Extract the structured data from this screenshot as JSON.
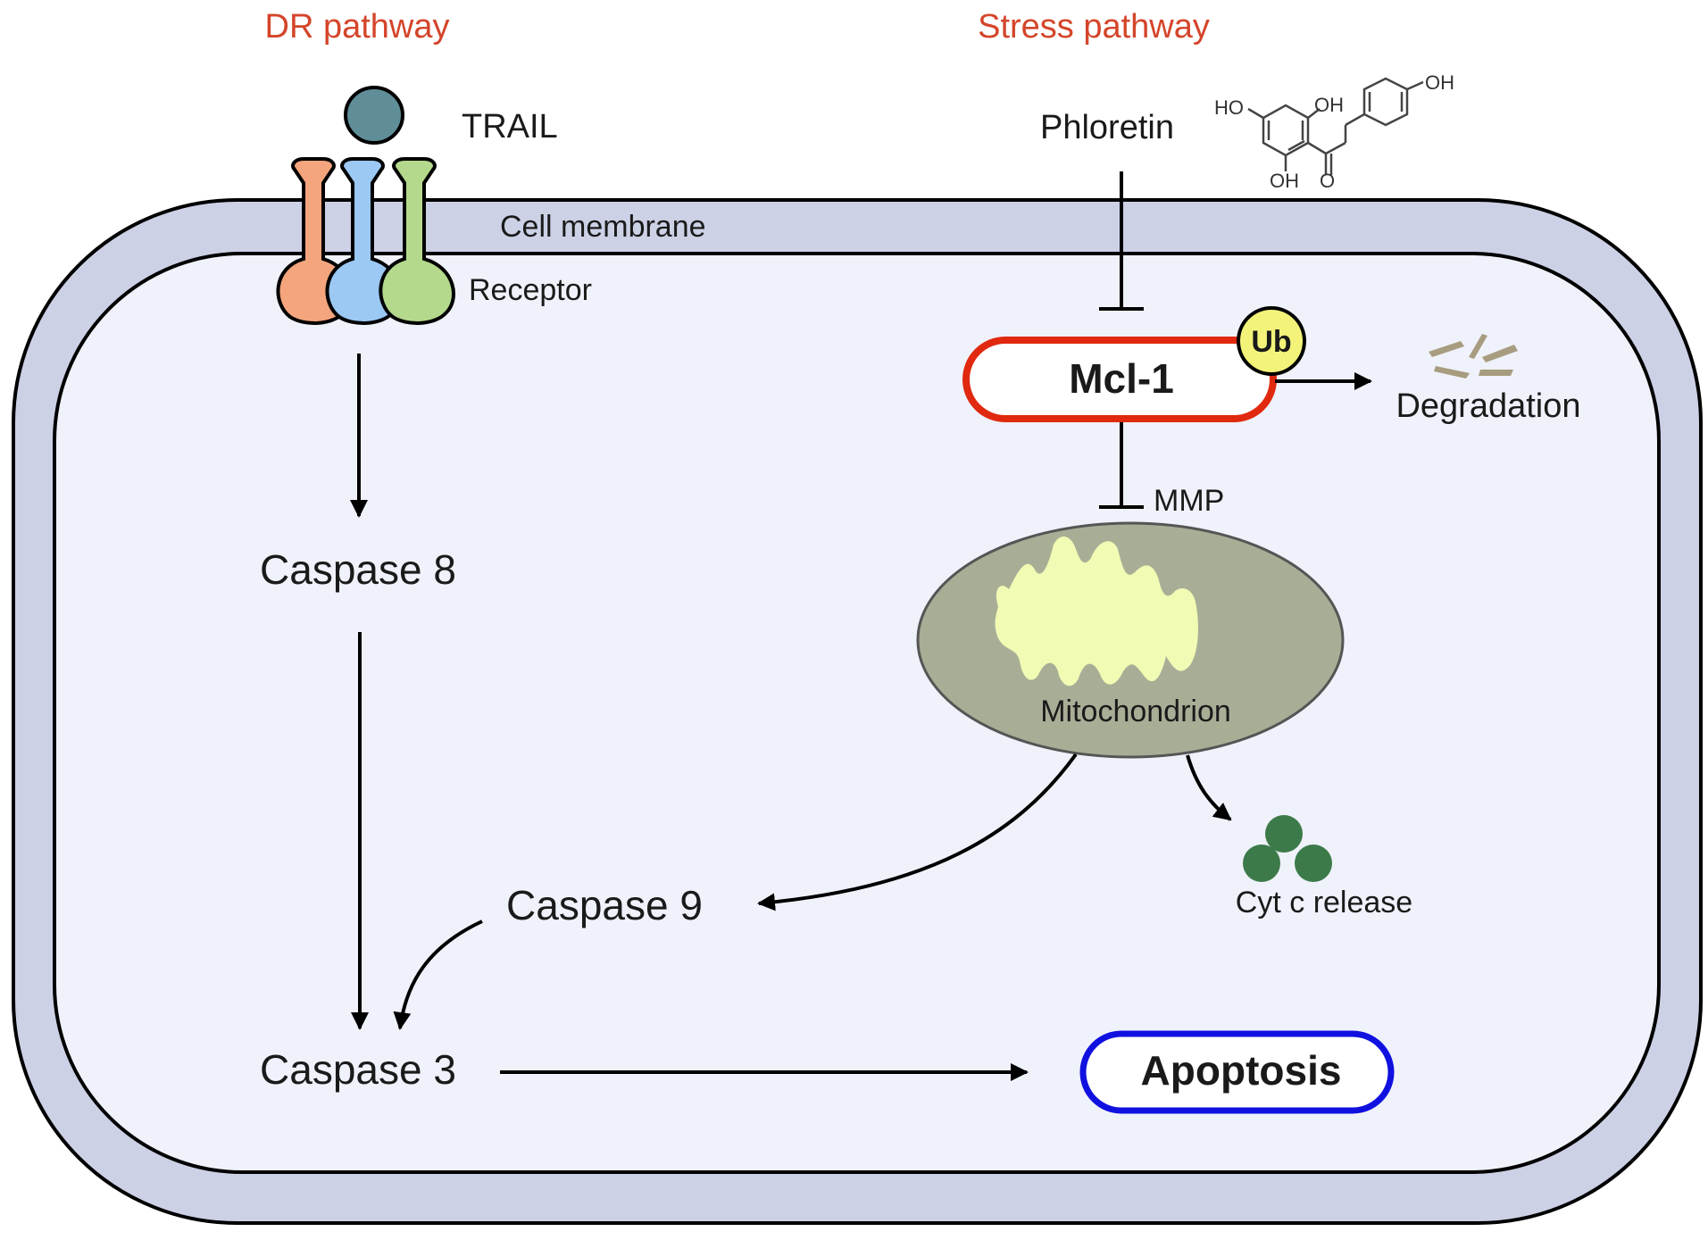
{
  "figure": {
    "pathways": {
      "left_title": "DR pathway",
      "right_title": "Stress pathway"
    },
    "ligand": {
      "label": "TRAIL"
    },
    "drug": {
      "label": "Phloretin"
    },
    "membrane": {
      "label": "Cell membrane"
    },
    "receptor": {
      "label": "Receptor"
    },
    "nodes": {
      "caspase8": "Caspase 8",
      "caspase9": "Caspase 9",
      "caspase3": "Caspase 3",
      "apoptosis": "Apoptosis",
      "mcl1": "Mcl-1",
      "ub": "Ub",
      "degradation": "Degradation",
      "mmp": "MMP",
      "mitochondrion": "Mitochondrion",
      "cytc": "Cyt c release"
    },
    "chemical": {
      "groups": [
        "HO",
        "OH",
        "OH",
        "OH",
        "O"
      ]
    },
    "colors": {
      "title": "#d4452a",
      "membrane": "#cdd1e6",
      "cytoplasm": "#eff2fa",
      "ligand": "#5f8e98",
      "receptor_1": "#f4a57d",
      "receptor_2": "#9cc8f4",
      "receptor_3": "#b4d98c",
      "mcl1_border": "#e0290f",
      "ub_fill": "#f3f37a",
      "apoptosis_border": "#1010e0",
      "mito_outer": "#a8ae96",
      "mito_inner": "#f1fbb4",
      "cytc": "#3c7a4a",
      "fragments": "#a89c80"
    }
  }
}
